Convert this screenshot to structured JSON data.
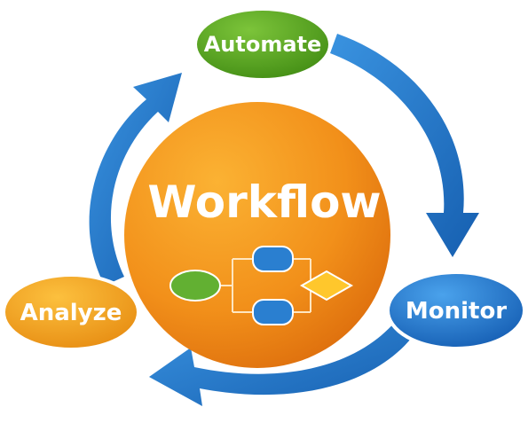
{
  "center": {
    "title": "Workflow"
  },
  "nodes": {
    "automate": "Automate",
    "monitor": "Monitor",
    "analyze": "Analyze"
  },
  "colors": {
    "arrow_blue": "#1f74c8",
    "center_orange": "#f08a14",
    "automate_green": "#5aa81e",
    "monitor_blue": "#1e78d2",
    "analyze_orange": "#f4a21c",
    "flow_green": "#62b032",
    "flow_blue": "#2a7fd0",
    "flow_diamond": "#ffc72c"
  },
  "icons": [
    "cycle-arrows",
    "flowchart-icon"
  ]
}
